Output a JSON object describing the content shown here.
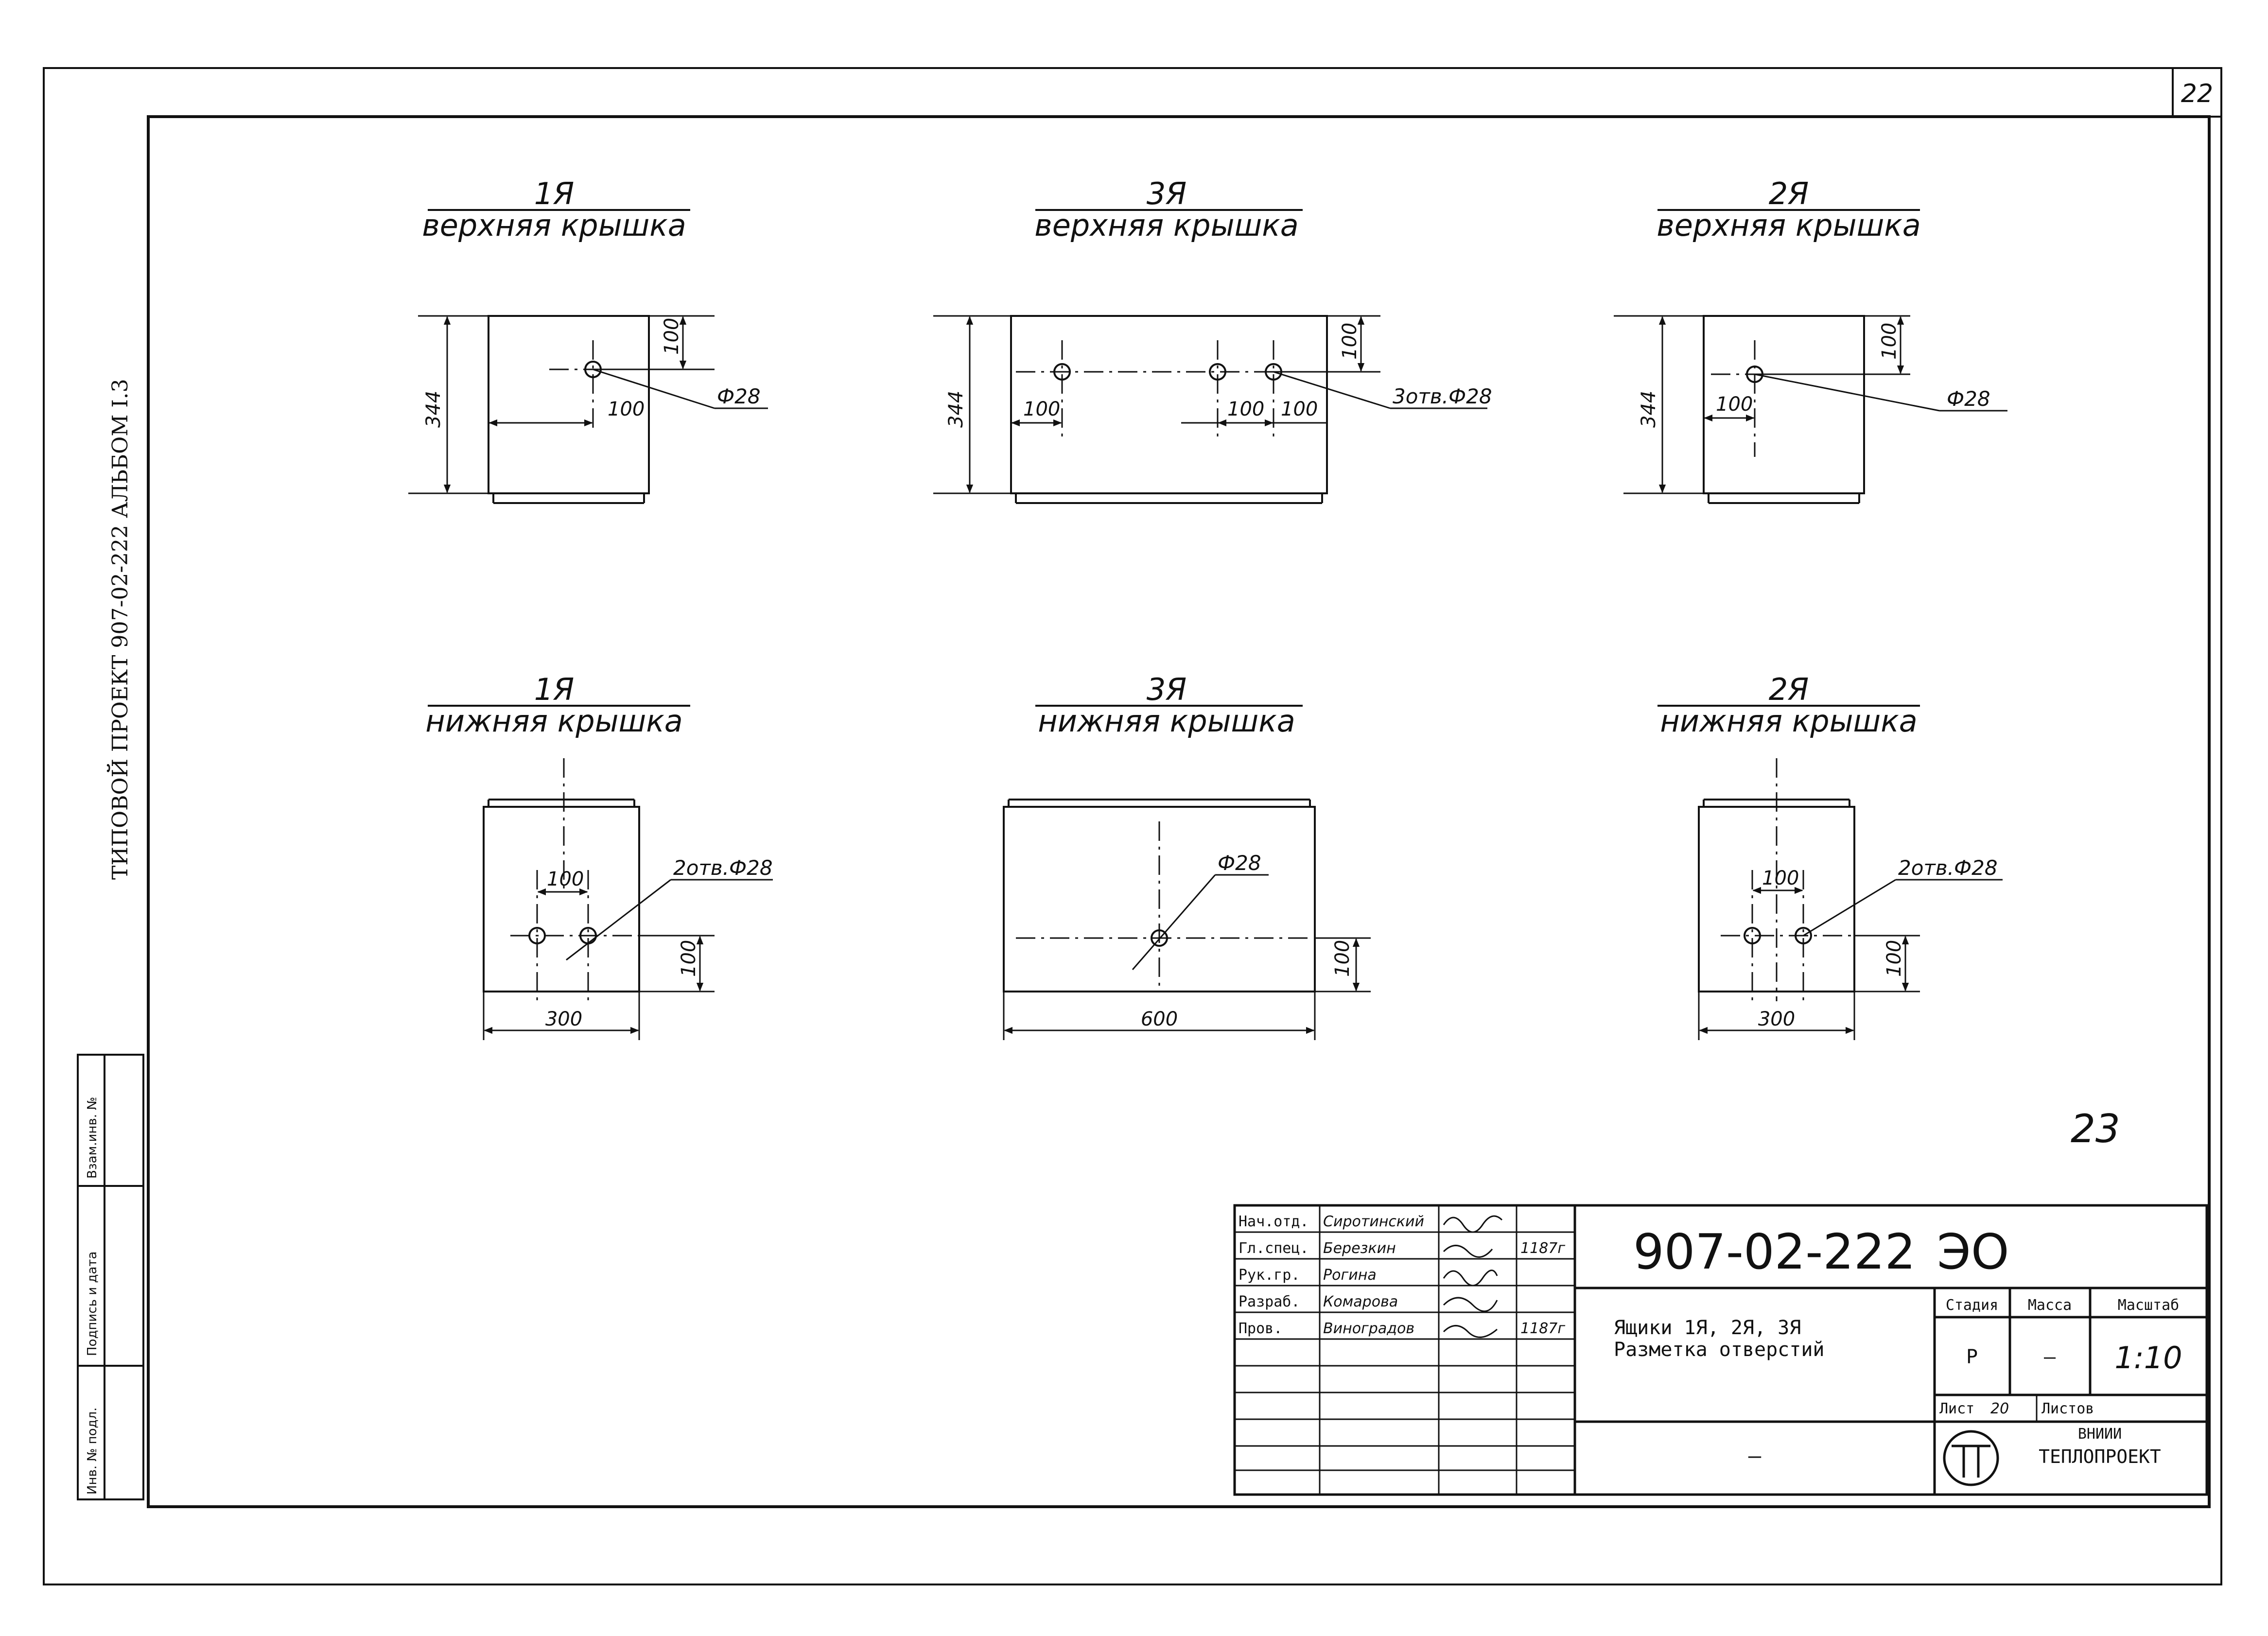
{
  "sheet_number": "22",
  "handwritten_sheet": "23",
  "side_label": "ТИПОВОЙ ПРОЕКТ 907-02-222 АЛЬБОМ I.3",
  "side_stamp": [
    "Инв. № подл.",
    "Подпись и дата",
    "Взам.инв. №"
  ],
  "views": [
    {
      "mark": "1Я",
      "caption": "верхняя крышка",
      "height_dim": "344",
      "offset_dims": [
        "100",
        "100"
      ],
      "hole_note": "Ф28"
    },
    {
      "mark": "3Я",
      "caption": "верхняя крышка",
      "height_dim": "344",
      "offset_dims": [
        "100",
        "100",
        "100",
        "100"
      ],
      "hole_note": "3отв.Ф28"
    },
    {
      "mark": "2Я",
      "caption": "верхняя крышка",
      "height_dim": "344",
      "offset_dims": [
        "100",
        "100"
      ],
      "hole_note": "Ф28"
    },
    {
      "mark": "1Я",
      "caption": "нижняя крышка",
      "width_dim": "300",
      "offset_dims": [
        "100",
        "100"
      ],
      "hole_note": "2отв.Ф28"
    },
    {
      "mark": "3Я",
      "caption": "нижняя крышка",
      "width_dim": "600",
      "offset_dims": [
        "100"
      ],
      "hole_note": "Ф28"
    },
    {
      "mark": "2Я",
      "caption": "нижняя крышка",
      "width_dim": "300",
      "offset_dims": [
        "100",
        "100"
      ],
      "hole_note": "2отв.Ф28"
    }
  ],
  "title_block": {
    "code": "907-02-222",
    "sheet_code": "ЭО",
    "title_lines": [
      "Ящики 1Я, 2Я, 3Я",
      "Разметка отверстий"
    ],
    "stage_header": "Стадия",
    "mass_header": "Масса",
    "scale_header": "Масштаб",
    "stage": "Р",
    "mass": "–",
    "scale": "1:10",
    "sheet_label": "Лист",
    "sheet_value": "20",
    "sheets_label": "Листов",
    "org_top": "ВНИИИ",
    "org_name": "ТЕПЛОПРОЕКТ",
    "dash": "–",
    "signers": [
      {
        "role": "Нач.отд.",
        "name": "Сиротинский",
        "date": ""
      },
      {
        "role": "Гл.спец.",
        "name": "Березкин",
        "date": "1187г"
      },
      {
        "role": "Рук.гр.",
        "name": "Рогина",
        "date": ""
      },
      {
        "role": "Разраб.",
        "name": "Комарова",
        "date": ""
      },
      {
        "role": "Пров.",
        "name": "Виноградов",
        "date": "1187г"
      }
    ]
  }
}
